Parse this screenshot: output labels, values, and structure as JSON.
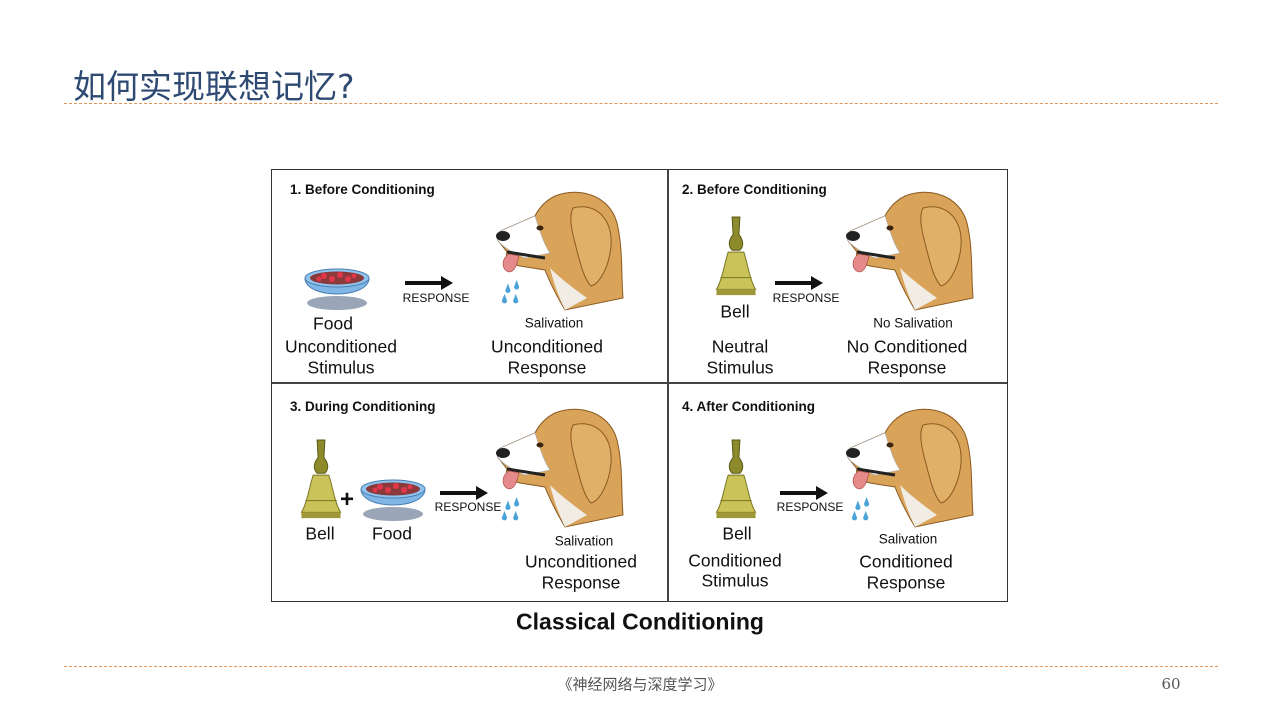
{
  "slide": {
    "title": "如何实现联想记忆?",
    "footer": "《神经网络与深度学习》",
    "page_number": "60"
  },
  "figure": {
    "caption": "Classical Conditioning",
    "panels": [
      {
        "title": "1. Before Conditioning",
        "stimulus_name": "Food",
        "stimulus_type_1": "Unconditioned",
        "stimulus_type_2": "Stimulus",
        "arrow_label": "RESPONSE",
        "response_name": "Salivation",
        "response_type_1": "Unconditioned",
        "response_type_2": "Response"
      },
      {
        "title": "2. Before Conditioning",
        "stimulus_name": "Bell",
        "stimulus_type_1": "Neutral",
        "stimulus_type_2": "Stimulus",
        "arrow_label": "RESPONSE",
        "response_name": "No Salivation",
        "response_type_1": "No Conditioned",
        "response_type_2": "Response"
      },
      {
        "title": "3. During Conditioning",
        "stimulus_name": "Bell",
        "stimulus_name_2": "Food",
        "plus": "+",
        "arrow_label": "RESPONSE",
        "response_name": "Salivation",
        "response_type_1": "Unconditioned",
        "response_type_2": "Response"
      },
      {
        "title": "4. After Conditioning",
        "stimulus_name": "Bell",
        "stimulus_type_1": "Conditioned",
        "stimulus_type_2": "Stimulus",
        "arrow_label": "RESPONSE",
        "response_name": "Salivation",
        "response_type_1": "Conditioned",
        "response_type_2": "Response"
      }
    ]
  }
}
